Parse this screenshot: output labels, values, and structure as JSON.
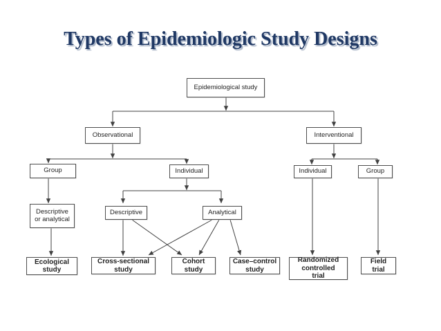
{
  "title": "Types of Epidemiologic Study Designs",
  "colors": {
    "title_text": "#1f3864",
    "line": "#404040",
    "box_border": "#4d4d4d",
    "box_text": "#1f1f1f",
    "background": "#ffffff"
  },
  "diagram": {
    "nodes": {
      "epidemiological_study": {
        "label": "Epidemiological study"
      },
      "observational": {
        "label": "Observational"
      },
      "interventional": {
        "label": "Interventional"
      },
      "group_observational": {
        "label": "Group"
      },
      "individual_observational": {
        "label": "Individual"
      },
      "individual_interventional": {
        "label": "Individual"
      },
      "group_interventional": {
        "label": "Group"
      },
      "descriptive_or_analytical": {
        "label": "Descriptive\nor analytical"
      },
      "descriptive": {
        "label": "Descriptive"
      },
      "analytical": {
        "label": "Analytical"
      },
      "ecological_study": {
        "label": "Ecological\nstudy"
      },
      "cross_sectional_study": {
        "label": "Cross-sectional\nstudy"
      },
      "cohort_study": {
        "label": "Cohort\nstudy"
      },
      "case_control_study": {
        "label": "Case–control\nstudy"
      },
      "randomized_controlled_trial": {
        "label": "Randomized\ncontrolled\ntrial"
      },
      "field_trial": {
        "label": "Field\ntrial"
      }
    },
    "edges": [
      {
        "from": "epidemiological_study",
        "to": "observational"
      },
      {
        "from": "epidemiological_study",
        "to": "interventional"
      },
      {
        "from": "observational",
        "to": "group_observational"
      },
      {
        "from": "observational",
        "to": "individual_observational"
      },
      {
        "from": "interventional",
        "to": "individual_interventional"
      },
      {
        "from": "interventional",
        "to": "group_interventional"
      },
      {
        "from": "group_observational",
        "to": "descriptive_or_analytical"
      },
      {
        "from": "individual_observational",
        "to": "descriptive"
      },
      {
        "from": "individual_observational",
        "to": "analytical"
      },
      {
        "from": "descriptive_or_analytical",
        "to": "ecological_study"
      },
      {
        "from": "descriptive",
        "to": "cross_sectional_study"
      },
      {
        "from": "descriptive",
        "to": "cohort_study"
      },
      {
        "from": "analytical",
        "to": "cross_sectional_study"
      },
      {
        "from": "analytical",
        "to": "cohort_study"
      },
      {
        "from": "analytical",
        "to": "case_control_study"
      },
      {
        "from": "individual_interventional",
        "to": "randomized_controlled_trial"
      },
      {
        "from": "group_interventional",
        "to": "field_trial"
      }
    ]
  }
}
